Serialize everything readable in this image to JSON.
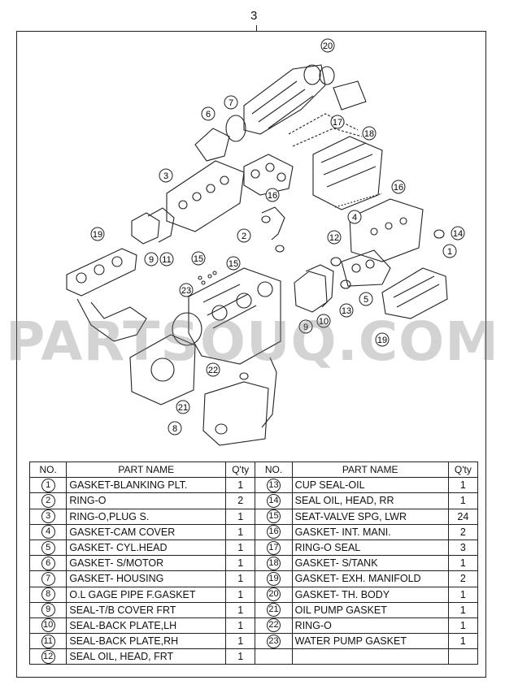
{
  "diagram": {
    "assembly_number": "3",
    "watermark": "PARTSOUQ.COM",
    "callouts": [
      "20",
      "7",
      "6",
      "17",
      "18",
      "3",
      "16",
      "16",
      "4",
      "2",
      "12",
      "14",
      "19",
      "9",
      "11",
      "15",
      "15",
      "1",
      "23",
      "5",
      "13",
      "9",
      "10",
      "19",
      "22",
      "21",
      "8"
    ]
  },
  "table": {
    "headers": {
      "no": "NO.",
      "name": "PART NAME",
      "qty": "Q'ty"
    },
    "rows": [
      {
        "left": {
          "no": "1",
          "name": "GASKET-BLANKING PLT.",
          "qty": "1"
        },
        "right": {
          "no": "13",
          "name": "CUP SEAL-OIL",
          "qty": "1"
        }
      },
      {
        "left": {
          "no": "2",
          "name": "RING-O",
          "qty": "2"
        },
        "right": {
          "no": "14",
          "name": "SEAL OIL, HEAD, RR",
          "qty": "1"
        }
      },
      {
        "left": {
          "no": "3",
          "name": "RING-O,PLUG S.",
          "qty": "1"
        },
        "right": {
          "no": "15",
          "name": "SEAT-VALVE SPG, LWR",
          "qty": "24"
        }
      },
      {
        "left": {
          "no": "4",
          "name": "GASKET-CAM COVER",
          "qty": "1"
        },
        "right": {
          "no": "16",
          "name": "GASKET- INT. MANI.",
          "qty": "2"
        }
      },
      {
        "left": {
          "no": "5",
          "name": "GASKET- CYL.HEAD",
          "qty": "1"
        },
        "right": {
          "no": "17",
          "name": "RING-O SEAL",
          "qty": "3"
        }
      },
      {
        "left": {
          "no": "6",
          "name": "GASKET- S/MOTOR",
          "qty": "1"
        },
        "right": {
          "no": "18",
          "name": "GASKET- S/TANK",
          "qty": "1"
        }
      },
      {
        "left": {
          "no": "7",
          "name": "GASKET- HOUSING",
          "qty": "1"
        },
        "right": {
          "no": "19",
          "name": "GASKET- EXH. MANIFOLD",
          "qty": "2"
        }
      },
      {
        "left": {
          "no": "8",
          "name": "O.L GAGE PIPE F.GASKET",
          "qty": "1"
        },
        "right": {
          "no": "20",
          "name": "GASKET- TH. BODY",
          "qty": "1"
        }
      },
      {
        "left": {
          "no": "9",
          "name": "SEAL-T/B COVER FRT",
          "qty": "1"
        },
        "right": {
          "no": "21",
          "name": "OIL PUMP GASKET",
          "qty": "1"
        }
      },
      {
        "left": {
          "no": "10",
          "name": "SEAL-BACK PLATE,LH",
          "qty": "1"
        },
        "right": {
          "no": "22",
          "name": "RING-O",
          "qty": "1"
        }
      },
      {
        "left": {
          "no": "11",
          "name": "SEAL-BACK PLATE,RH",
          "qty": "1"
        },
        "right": {
          "no": "23",
          "name": "WATER PUMP GASKET",
          "qty": "1"
        }
      },
      {
        "left": {
          "no": "12",
          "name": "SEAL OIL, HEAD, FRT",
          "qty": "1"
        },
        "right": {
          "no": "",
          "name": "",
          "qty": ""
        }
      }
    ]
  }
}
